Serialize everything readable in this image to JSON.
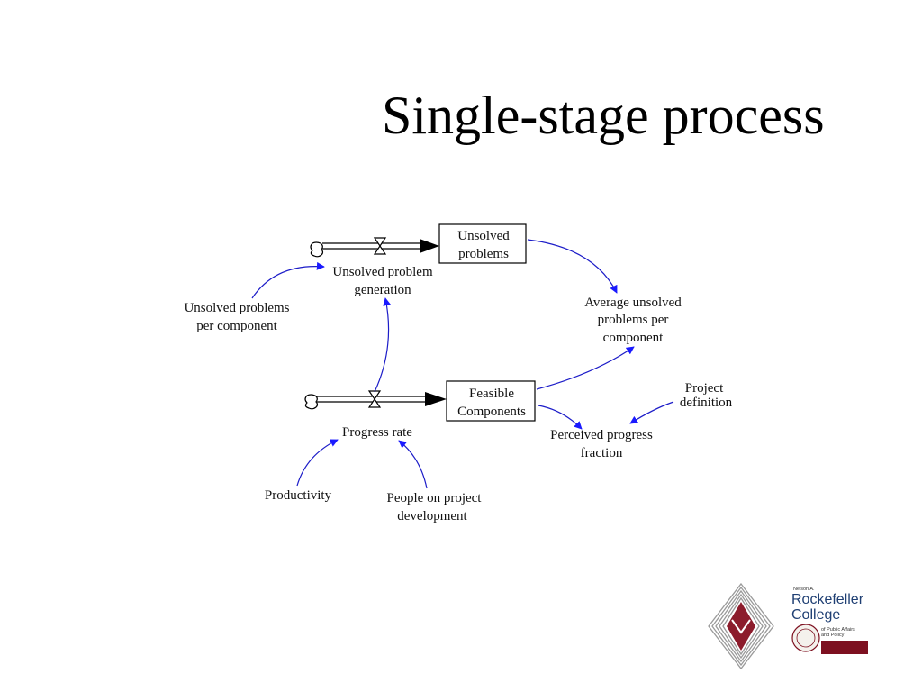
{
  "slide": {
    "title": "Single-stage process"
  },
  "diagram": {
    "stocks": {
      "unsolved_problems": [
        "Unsolved",
        "problems"
      ],
      "feasible_components": [
        "Feasible",
        "Components"
      ]
    },
    "flows": {
      "unsolved_problem_generation": [
        "Unsolved problem",
        "generation"
      ],
      "progress_rate": [
        "Progress rate"
      ]
    },
    "variables": {
      "unsolved_problems_per_component": [
        "Unsolved problems",
        "per component"
      ],
      "average_unsolved_problems_per_component": [
        "Average unsolved",
        "problems per",
        "component"
      ],
      "project_definition": [
        "Project",
        "definition"
      ],
      "perceived_progress_fraction": [
        "Perceived progress",
        "fraction"
      ],
      "productivity": [
        "Productivity"
      ],
      "people_on_project_development": [
        "People on project",
        "development"
      ]
    },
    "colors": {
      "link": "#1c1cc8",
      "arrowhead": "#1a1aff",
      "flow": "#000000"
    }
  },
  "logo": {
    "small_text": "Nelson A.",
    "line1": "Rockefeller",
    "line2": "College",
    "sub1": "of Public Affairs",
    "sub2": "and Policy",
    "colors": {
      "name": "#1f3f73",
      "band": "#7d1020",
      "diamond": "#8c1c2c"
    }
  }
}
